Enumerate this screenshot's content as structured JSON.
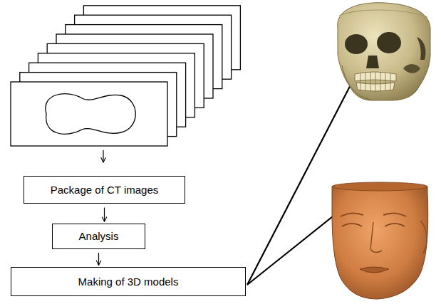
{
  "diagram": {
    "nodes": [
      {
        "text": [
          "Package of CT images"
        ]
      },
      {
        "text": [
          "Analysis"
        ]
      },
      {
        "text": [
          "Making of 3D models"
        ]
      }
    ],
    "edges": [
      {
        "from": 0,
        "to": 1,
        "arrow": "to"
      },
      {
        "from": 1,
        "to": 2,
        "arrow": "to"
      }
    ]
  }
}
